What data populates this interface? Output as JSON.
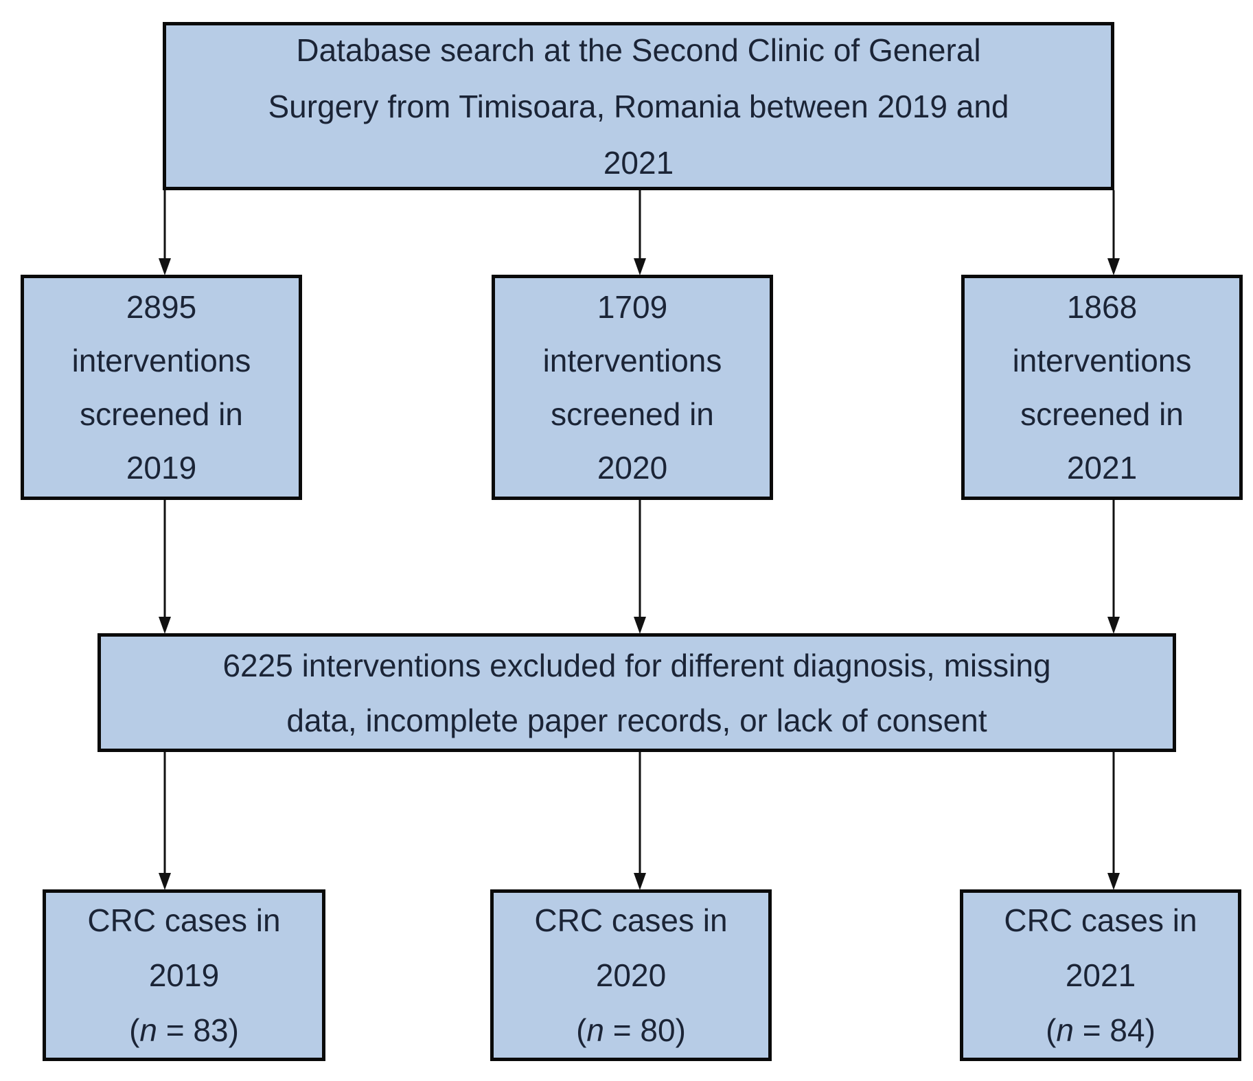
{
  "figure": {
    "colors": {
      "box_fill": "#b7cce6",
      "box_border": "#0a0a0a",
      "text": "#1b2436",
      "arrow": "#111111",
      "background": "#ffffff"
    },
    "top_box": {
      "lines": [
        "Database search at the Second Clinic of General",
        "Surgery from Timisoara, Romania between 2019 and",
        "2021"
      ]
    },
    "screening_boxes": [
      {
        "lines": [
          "2895",
          "interventions",
          "screened in",
          "2019"
        ]
      },
      {
        "lines": [
          "1709",
          "interventions",
          "screened in",
          "2020"
        ]
      },
      {
        "lines": [
          "1868",
          "interventions",
          "screened in",
          "2021"
        ]
      }
    ],
    "exclusion_box": {
      "lines": [
        "6225 interventions excluded for different diagnosis, missing",
        "data, incomplete paper records, or lack of consent"
      ]
    },
    "crc_boxes": [
      {
        "title": "CRC cases in",
        "year": "2019",
        "n_open": "(",
        "n_italic": "n",
        "n_rest": " = 83)"
      },
      {
        "title": "CRC cases in",
        "year": "2020",
        "n_open": "(",
        "n_italic": "n",
        "n_rest": " = 80)"
      },
      {
        "title": "CRC cases in",
        "year": "2021",
        "n_open": "(",
        "n_italic": "n",
        "n_rest": " = 84)"
      }
    ]
  }
}
